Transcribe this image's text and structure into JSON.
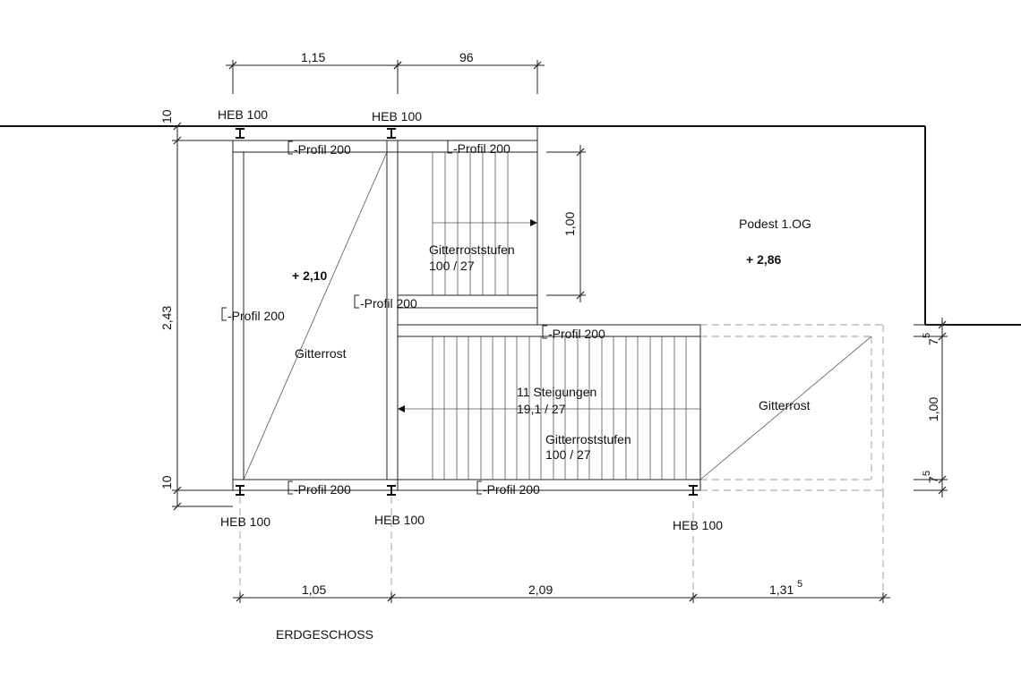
{
  "diagram": {
    "beams": [
      {
        "id": "heb-top-left",
        "label": "HEB 100"
      },
      {
        "id": "heb-top-mid",
        "label": "HEB 100"
      },
      {
        "id": "heb-bot-left",
        "label": "HEB 100"
      },
      {
        "id": "heb-bot-mid",
        "label": "HEB 100"
      },
      {
        "id": "heb-bot-right",
        "label": "HEB 100"
      }
    ],
    "profiles": [
      {
        "id": "profil-top-left",
        "label": "-Profil 200"
      },
      {
        "id": "profil-top-mid",
        "label": "-Profil 200"
      },
      {
        "id": "profil-left",
        "label": "-Profil 200"
      },
      {
        "id": "profil-center",
        "label": "-Profil 200"
      },
      {
        "id": "profil-landing",
        "label": "-Profil 200"
      },
      {
        "id": "profil-bot-left",
        "label": "-Profil 200"
      },
      {
        "id": "profil-bot-mid",
        "label": "-Profil 200"
      }
    ],
    "texts": {
      "level_left": "+ 2,10",
      "gitterrost_left": "Gitterrost",
      "stufen_upper_1": "Gitterroststufen",
      "stufen_upper_2": "100 / 27",
      "steigungen_1": "11 Steigungen",
      "steigungen_2": "19,1 / 27",
      "stufen_lower_1": "Gitterroststufen",
      "stufen_lower_2": "100 / 27",
      "gitterrost_right": "Gitterrost",
      "podest": "Podest 1.OG",
      "level_podest": "+ 2,86",
      "floor_title": "ERDGESCHOSS"
    },
    "dimensions": {
      "top_1": "1,15",
      "top_2": "96",
      "left_total": "2,43",
      "left_top": "10",
      "left_bottom": "10",
      "upper_run": "1,00",
      "right_top": "7",
      "right_top_sup": "5",
      "right_mid": "1,00",
      "right_bottom": "7",
      "right_bottom_sup": "5",
      "bottom_1": "1,05",
      "bottom_2": "2,09",
      "bottom_3": "1,31",
      "bottom_3_sup": "5"
    }
  }
}
